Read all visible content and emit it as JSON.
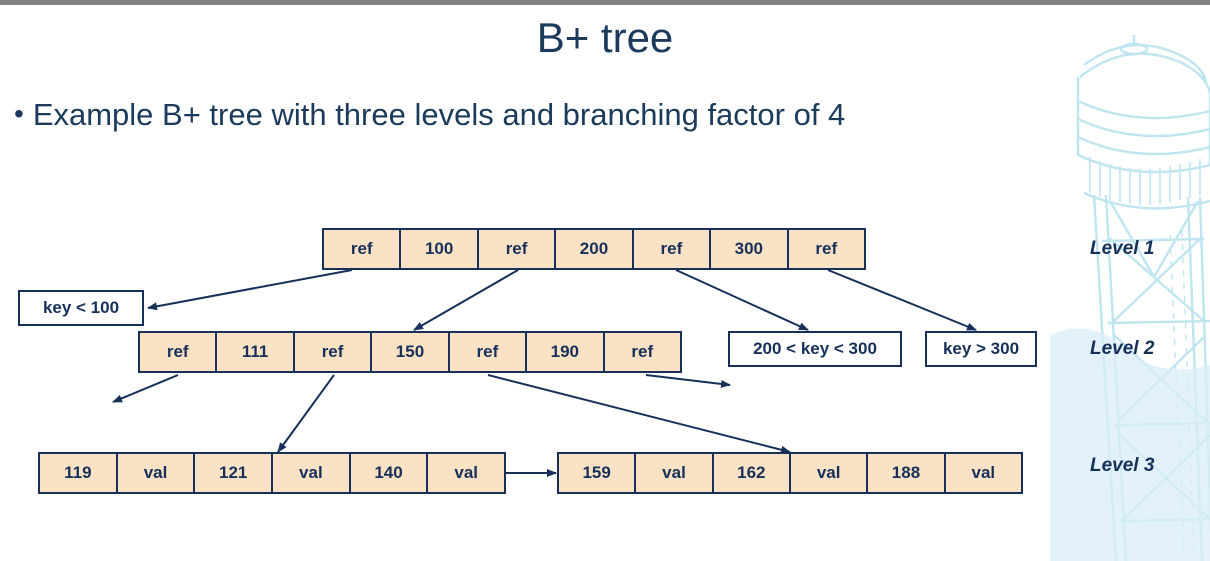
{
  "slide": {
    "title": "B+ tree",
    "bullet_symbol": "•",
    "bullet_text": "Example B+ tree with three levels and branching factor of 4",
    "colors": {
      "text_navy": "#1b3a5c",
      "node_border": "#16305a",
      "node_fill": "#fce2c4",
      "watermark": "#bfe5f0",
      "topbar": "#808285"
    }
  },
  "levels": [
    {
      "label": "Level 1"
    },
    {
      "label": "Level 2"
    },
    {
      "label": "Level 3"
    }
  ],
  "tree": {
    "root": {
      "name": "root-node",
      "cells": [
        "ref",
        "100",
        "ref",
        "200",
        "ref",
        "300",
        "ref"
      ]
    },
    "internal": {
      "name": "internal-node",
      "cells": [
        "ref",
        "111",
        "ref",
        "150",
        "ref",
        "190",
        "ref"
      ]
    },
    "leaf_left": {
      "name": "leaf-node-left",
      "cells": [
        "119",
        "val",
        "121",
        "val",
        "140",
        "val"
      ]
    },
    "leaf_right": {
      "name": "leaf-node-right",
      "cells": [
        "159",
        "val",
        "162",
        "val",
        "188",
        "val"
      ]
    }
  },
  "callouts": [
    {
      "name": "callout-key-lt-100",
      "text": "key < 100"
    },
    {
      "name": "callout-key-between-200-300",
      "text": "200 < key < 300"
    },
    {
      "name": "callout-key-gt-300",
      "text": "key > 300"
    }
  ],
  "icons": {
    "water_tower": "water-tower-watermark-icon",
    "arrow": "arrow-icon"
  }
}
